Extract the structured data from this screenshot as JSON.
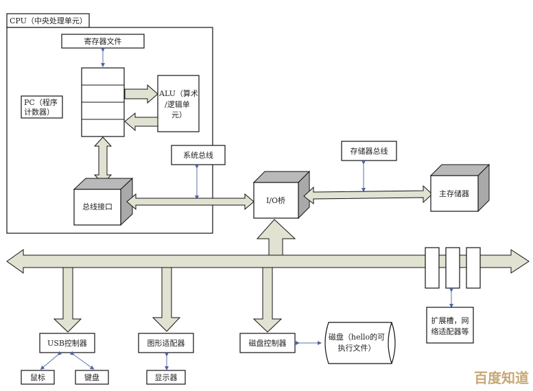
{
  "diagram": {
    "cpu_label": "CPU（中央处理单元）",
    "register_file": "寄存器文件",
    "pc": [
      "PC（程序",
      "计数器）"
    ],
    "alu": [
      "ALU（算术",
      "/逻辑单",
      "元）"
    ],
    "bus_interface": "总线接口",
    "system_bus": "系统总线",
    "memory_bus": "存储器总线",
    "io_bridge": "I/O桥",
    "main_memory": "主存储器",
    "usb_controller": "USB控制器",
    "graphics_adapter": "图形适配器",
    "disk_controller": "磁盘控制器",
    "disk": [
      "磁盘（hello的可",
      "执行文件）"
    ],
    "expansion": [
      "扩展槽，网",
      "络适配器等"
    ],
    "mouse": "鼠标",
    "keyboard": "键盘",
    "display": "显示器"
  },
  "watermark": "百度知道"
}
